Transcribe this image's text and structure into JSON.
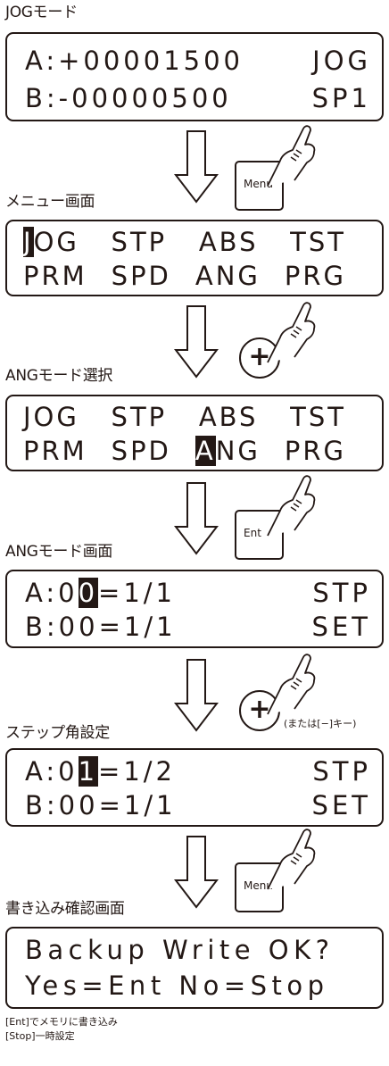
{
  "steps": [
    {
      "caption": "JOGモード",
      "line_a": "A:+00001500",
      "line_a_right": "JOG",
      "line_b": "B:-00000500",
      "line_b_right": "SP1"
    },
    {
      "caption": "メニュー画面",
      "menu_row1": [
        "JOG",
        "STP",
        "ABS",
        "TST"
      ],
      "menu_row2": [
        "PRM",
        "SPD",
        "ANG",
        "PRG"
      ],
      "cursor_char": "J"
    },
    {
      "caption": "ANGモード選択",
      "menu_row1": [
        "JOG",
        "STP",
        "ABS",
        "TST"
      ],
      "menu_row2": [
        "PRM",
        "SPD",
        "ANG",
        "PRG"
      ],
      "cursor_char": "A"
    },
    {
      "caption": "ANGモード画面",
      "line_a_prefix": "A:0",
      "line_a_cursor": "0",
      "line_a_suffix": "=1/1",
      "line_a_right": "STP",
      "line_b": "B:00=1/1",
      "line_b_right": "SET"
    },
    {
      "caption": "ステップ角設定",
      "line_a_prefix": "A:0",
      "line_a_cursor": "1",
      "line_a_suffix": "=1/2",
      "line_a_right": "STP",
      "line_b": "B:00=1/1",
      "line_b_right": "SET"
    },
    {
      "caption": "書き込み確認画面",
      "line_a": "Backup Write OK?",
      "line_b": "Yes=Ent No=Stop"
    }
  ],
  "keys": {
    "menu": "Menu",
    "plus": "+",
    "ent": "Ent",
    "plus_note": "(または[−]キー)"
  },
  "footer_notes": [
    "[Ent]でメモリに書き込み",
    "[Stop]一時設定"
  ],
  "icons": [
    "down-arrow-icon",
    "pointing-hand-icon"
  ]
}
